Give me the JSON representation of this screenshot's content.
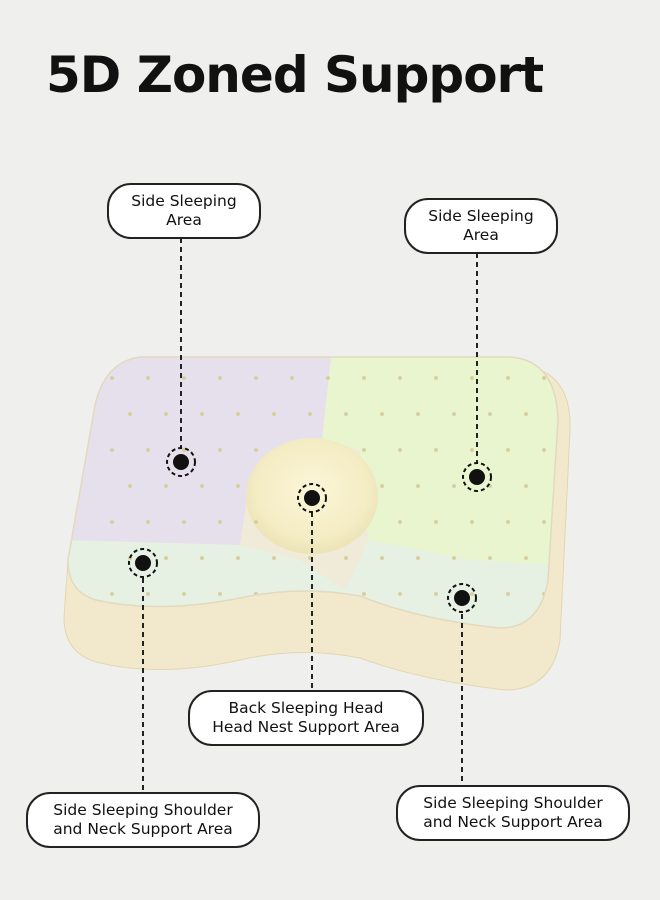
{
  "title": "5D Zoned Support",
  "callouts": {
    "top_left": {
      "line1": "Side Sleeping",
      "line2": "Area"
    },
    "top_right": {
      "line1": "Side Sleeping",
      "line2": "Area"
    },
    "center": {
      "line1": "Back Sleeping Head",
      "line2": "Head Nest Support Area"
    },
    "bottom_left": {
      "line1": "Side Sleeping Shoulder",
      "line2": "and Neck Support Area"
    },
    "bottom_right": {
      "line1": "Side Sleeping Shoulder",
      "line2": "and Neck Support Area"
    }
  },
  "colors": {
    "background": "#efefed",
    "pillow_base": "#f3ead2",
    "zone_lavender": "#e6e0ec",
    "zone_green": "#e9f5cf",
    "zone_mint": "#e6f1e4",
    "zone_head_nest": "#f5efc9",
    "marker": "#111111"
  }
}
